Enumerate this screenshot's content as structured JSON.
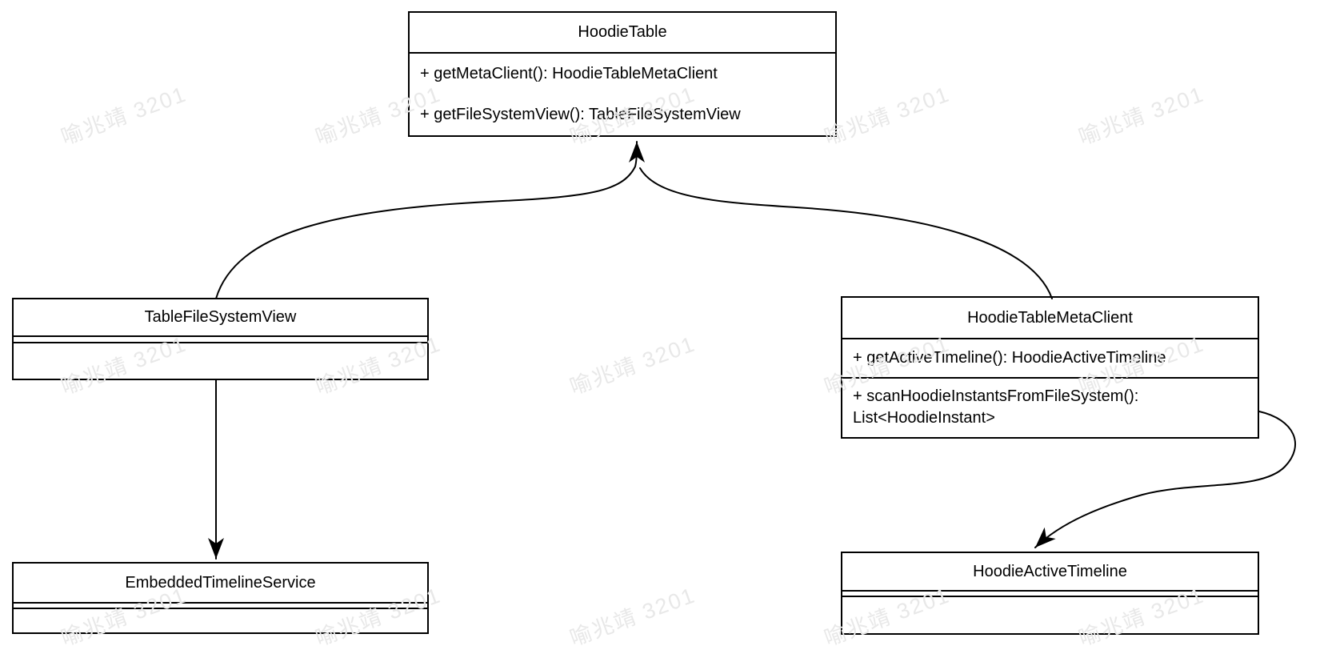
{
  "watermark": {
    "text": "喻兆靖 3201",
    "color": "#e8e8e8"
  },
  "diagram": {
    "type": "uml-class-diagram",
    "colors": {
      "stroke": "#000000",
      "box_fill": "#ffffff",
      "background": "#ffffff"
    },
    "classes": {
      "hoodie_table": {
        "title": "HoodieTable",
        "methods": [
          "+ getMetaClient(): HoodieTableMetaClient",
          "+ getFileSystemView(): TableFileSystemView"
        ]
      },
      "table_file_system_view": {
        "title": "TableFileSystemView",
        "methods": []
      },
      "hoodie_table_meta_client": {
        "title": "HoodieTableMetaClient",
        "methods": [
          "+ getActiveTimeline(): HoodieActiveTimeline",
          "+ scanHoodieInstantsFromFileSystem(): List<HoodieInstant>"
        ]
      },
      "embedded_timeline_service": {
        "title": "EmbeddedTimelineService",
        "methods": []
      },
      "hoodie_active_timeline": {
        "title": "HoodieActiveTimeline",
        "methods": []
      }
    },
    "relationships": [
      {
        "from": "TableFileSystemView",
        "to": "HoodieTable",
        "style": "curved, solid arrowhead at HoodieTable bottom center"
      },
      {
        "from": "HoodieTableMetaClient",
        "to": "HoodieTable",
        "style": "curved, merges into same arrowhead"
      },
      {
        "from": "TableFileSystemView",
        "to": "EmbeddedTimelineService",
        "style": "straight vertical, arrowhead down"
      },
      {
        "from": "HoodieTableMetaClient",
        "to": "HoodieActiveTimeline",
        "style": "s-curve from right side, arrowhead down"
      }
    ]
  }
}
